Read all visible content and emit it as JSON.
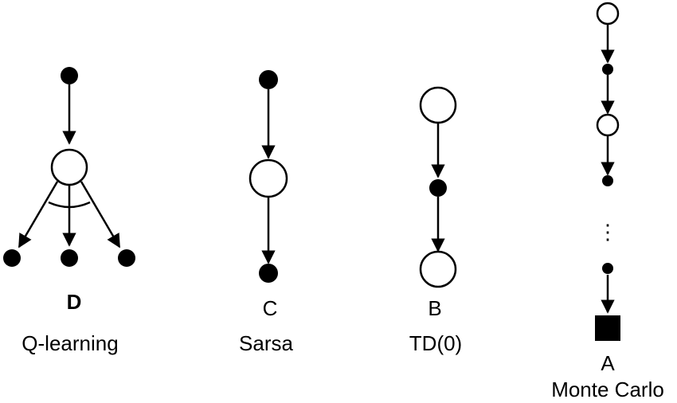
{
  "diagrams": [
    {
      "letter": "D",
      "name": "Q-learning"
    },
    {
      "letter": "C",
      "name": "Sarsa"
    },
    {
      "letter": "B",
      "name": "TD(0)"
    },
    {
      "letter": "A",
      "name": "Monte Carlo"
    }
  ],
  "ellipsis": "⋮"
}
